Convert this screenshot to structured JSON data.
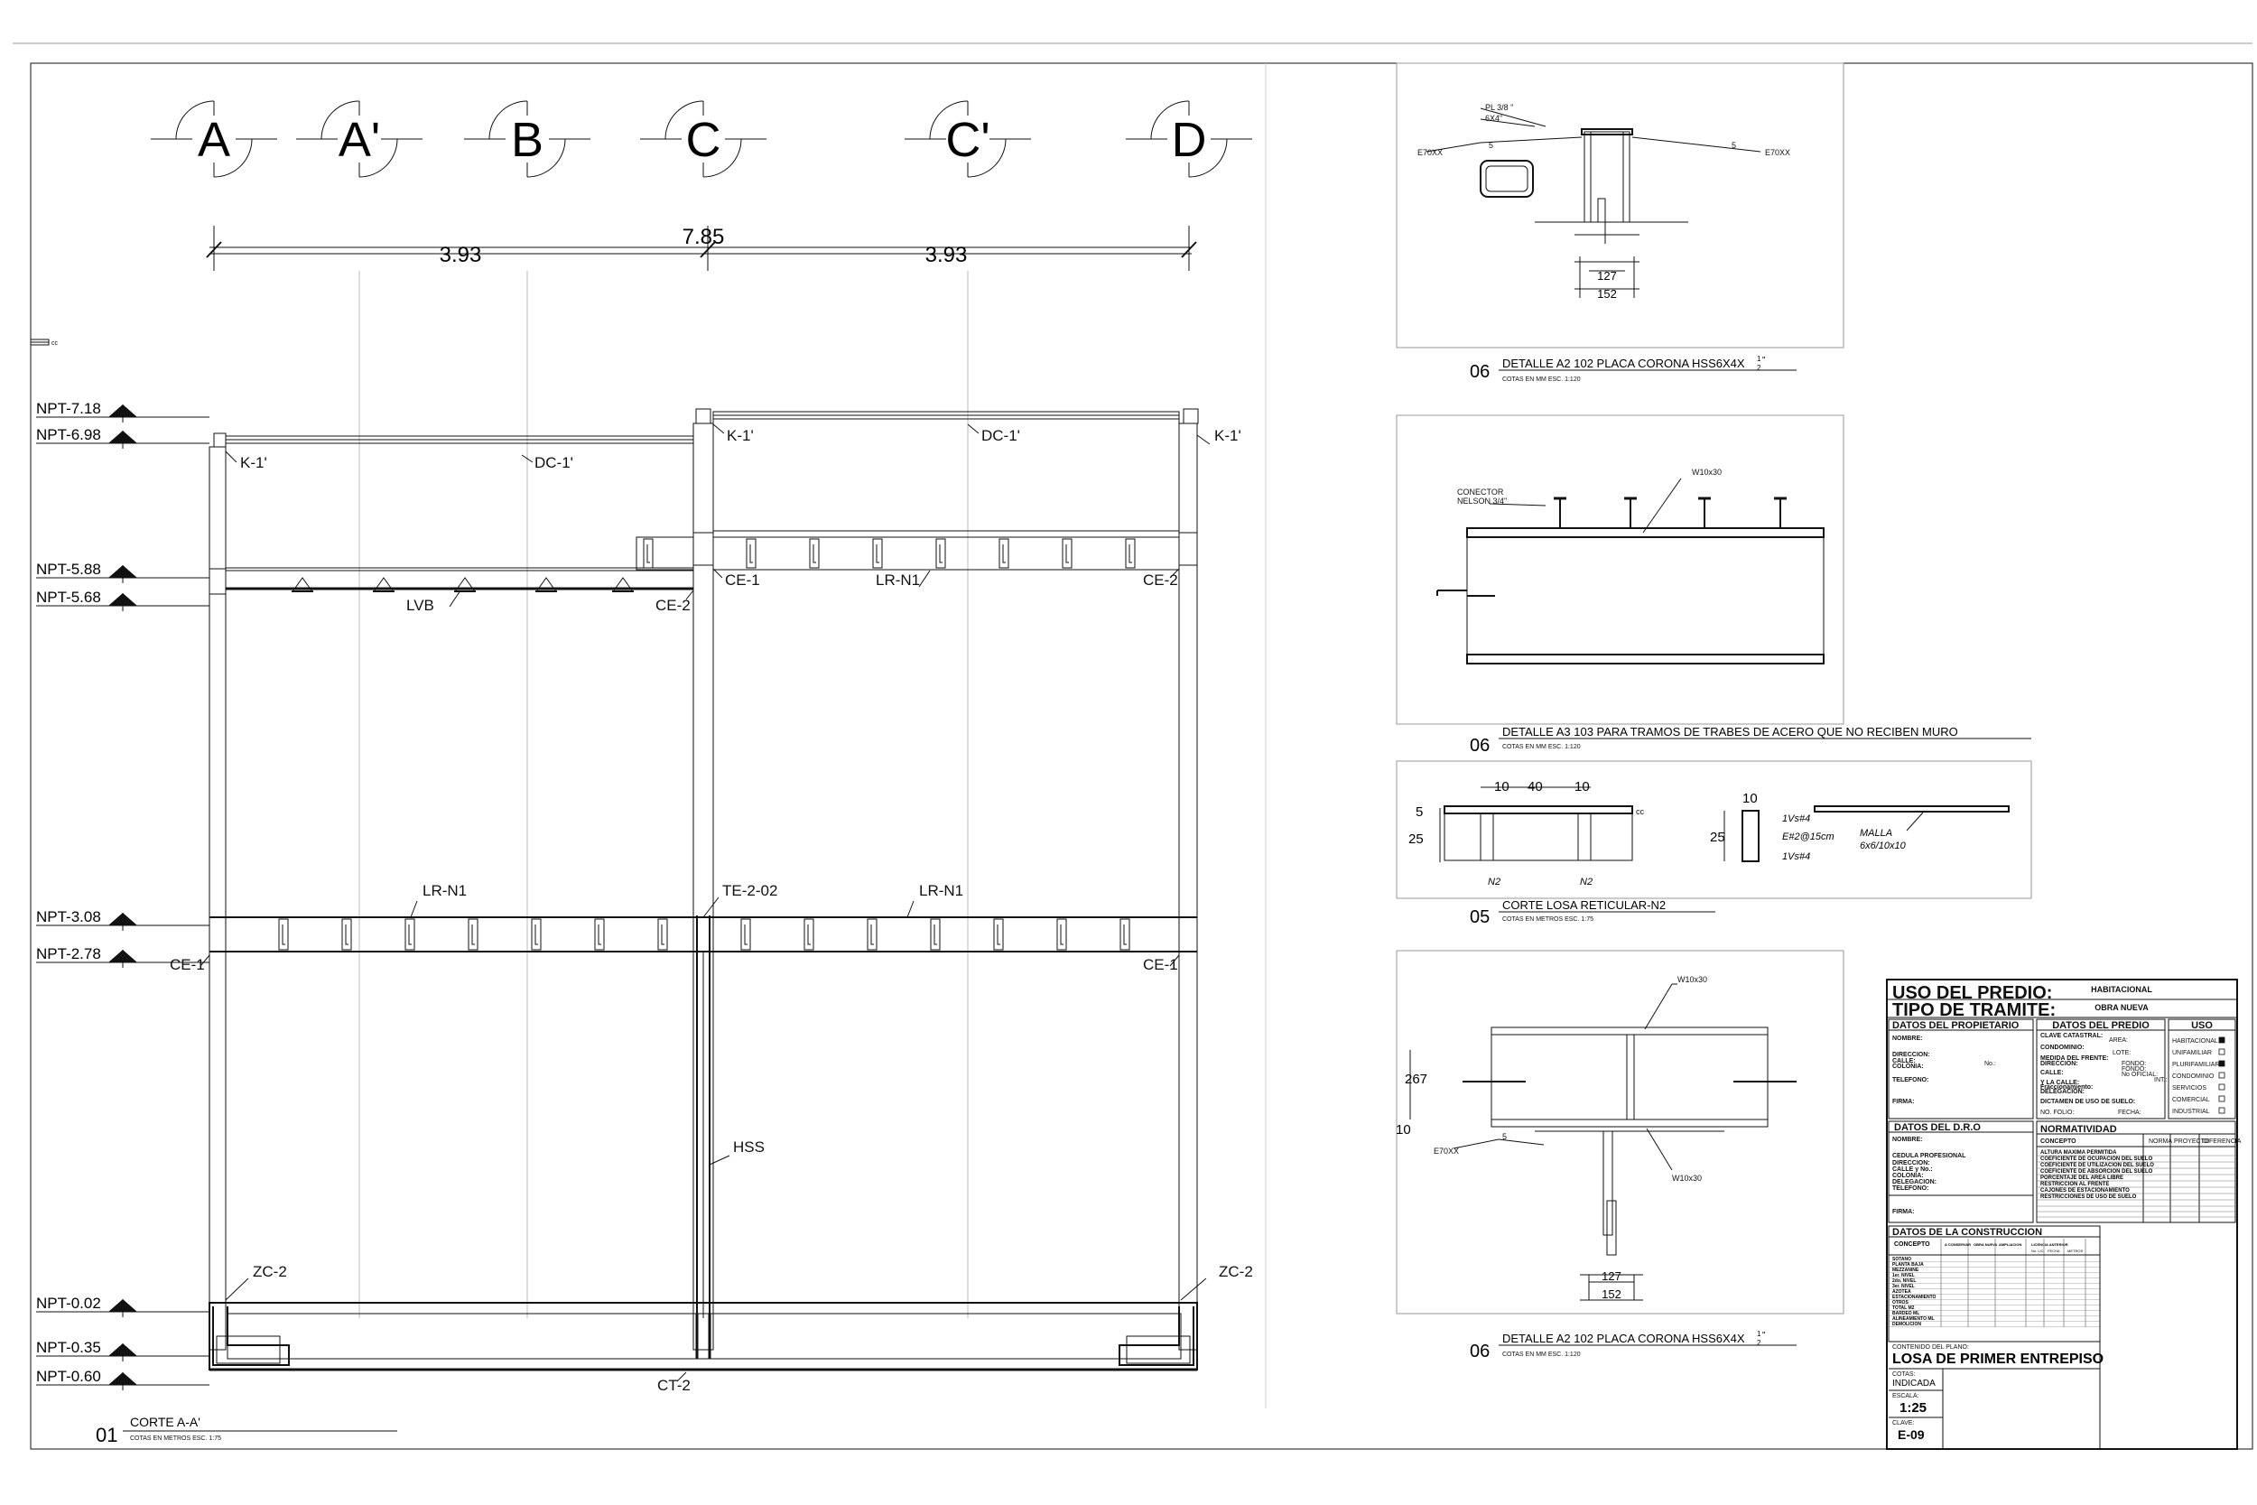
{
  "section_cut": {
    "axes": [
      "A",
      "A'",
      "B",
      "C",
      "C'",
      "D"
    ],
    "dimensions": {
      "total": "7.85",
      "left": "3.93",
      "right": "3.93"
    },
    "levels": [
      "NPT-7.18",
      "NPT-6.98",
      "NPT-5.88",
      "NPT-5.68",
      "NPT-3.08",
      "NPT-2.78",
      "NPT-0.02",
      "NPT-0.35",
      "NPT-0.60"
    ],
    "labels": {
      "k1_a": "K-1'",
      "k1_b": "K-1'",
      "k1_c": "K-1'",
      "dc1_a": "DC-1'",
      "dc1_b": "DC-1'",
      "ce1_a": "CE-1",
      "ce2_a": "CE-2",
      "ce2_b": "CE-2",
      "ce1_b": "CE-1",
      "ce1_c": "CE-1",
      "lrn1_a": "LR-N1",
      "lrn1_b": "LR-N1",
      "lrn1_c": "LR-N1",
      "lvb": "LVB",
      "te": "TE-2-02",
      "hss": "HSS",
      "zc2_a": "ZC-2",
      "zc2_b": "ZC-2",
      "ct2": "CT-2"
    },
    "title_num": "01",
    "title": "CORTE A-A'",
    "subtitle": "COTAS EN METROS ESC. 1:75"
  },
  "detail_1": {
    "num": "06",
    "title": "DETALLE A2 102 PLACA CORONA HSS6X4X",
    "frac_top": "1",
    "frac_bottom": "2",
    "frac_suffix": "\"",
    "subtitle": "COTAS EN MM ESC. 1:120",
    "pl_top": "PL 3/8 \"",
    "pl_bottom": "6X4\"",
    "weld_left": "E70XX",
    "weld_right": "E70XX",
    "weld_size_l": "5",
    "weld_size_r": "5",
    "dim_inner": "127",
    "dim_outer": "152"
  },
  "detail_2": {
    "num": "06",
    "title": "DETALLE A3 103 PARA TRAMOS DE TRABES DE ACERO QUE NO RECIBEN MURO",
    "subtitle": "COTAS EN MM ESC. 1:120",
    "connector_1": "CONECTOR",
    "connector_2": "NELSON 3/4\"",
    "beam": "W10x30"
  },
  "detail_3": {
    "num": "05",
    "title": "CORTE LOSA RETICULAR-N2",
    "subtitle": "COTAS EN METROS ESC. 1:75",
    "d10a": "10",
    "d40": "40",
    "d10b": "10",
    "d5": "5",
    "d25": "25",
    "cc": "cc",
    "n2a": "N2",
    "n2b": "N2",
    "d10c": "10",
    "d25b": "25",
    "vs_top": "1Vs#4",
    "estribo": "E#2@15cm",
    "vs_bot": "1Vs#4",
    "malla_1": "MALLA",
    "malla_2": "6x6/10x10"
  },
  "detail_4": {
    "num": "06",
    "title": "DETALLE A2 102 PLACA CORONA HSS6X4X",
    "frac_top": "1",
    "frac_bottom": "2",
    "frac_suffix": "\"",
    "subtitle": "COTAS EN MM ESC. 1:120",
    "beam_top": "W10x30",
    "beam_bot": "W10x30",
    "weld": "E70XX",
    "weld_size": "5",
    "d267": "267",
    "d10": "10",
    "dim_inner": "127",
    "dim_outer": "152"
  },
  "side_mark": "cc",
  "title_block": {
    "uso_label": "USO DEL PREDIO:",
    "uso_value": "HABITACIONAL",
    "tramite_label": "TIPO DE TRAMITE:",
    "tramite_value": "OBRA NUEVA",
    "datos_propietario": "DATOS DEL PROPIETARIO",
    "prop_fields": [
      "NOMBRE:",
      "DIRECCION:",
      "CALLE:",
      "COLONIA:",
      "TELEFONO:",
      "FIRMA:"
    ],
    "prop_no": "No.:",
    "datos_predio": "DATOS DEL PREDIO",
    "predio_fields": [
      "CLAVE CATASTRAL:",
      "CONDOMINIO:",
      "MEDIDA DEL FRENTE:",
      "DIRECCION:",
      "CALLE:",
      "Y LA CALLE:",
      "Fraccionamiento:",
      "DELEGACION:"
    ],
    "predio_extra": [
      "AREA:",
      "LOTE:",
      "FONDO:",
      "FONDO:",
      "No OFICIAL:",
      "INT.:"
    ],
    "dictamen": "DICTAMEN DE USO DE SUELO:",
    "no_folio": "NO. FOLIO:",
    "fecha": "FECHA:",
    "uso_header": "USO",
    "uso_items": [
      "HABITACIONAL",
      "UNIFAMILIAR",
      "PLURIFAMILIAR",
      "CONDOMINIO",
      "SERVICIOS",
      "COMERCIAL",
      "INDUSTRIAL"
    ],
    "uso_checked": [
      true,
      false,
      true,
      false,
      false,
      false,
      false
    ],
    "dro_header": "DATOS DEL D.R.O",
    "dro_fields": [
      "NOMBRE:",
      "CEDULA PROFESIONAL",
      "DIRECCION:",
      "CALLE y No.:",
      "COLONIA:",
      "DELEGACION:",
      "TELEFONO:",
      "FIRMA:"
    ],
    "normatividad": "NORMATIVIDAD",
    "norm_cols": [
      "CONCEPTO",
      "NORMA",
      "PROYECTO",
      "DIFERENCIA"
    ],
    "norm_rows": [
      "ALTURA MAXIMA PERMITIDA",
      "COEFICIENTE DE OCUPACION DEL SUELO",
      "COEFICIENTE DE UTILIZACION DEL SUELO",
      "COEFICIENTE DE ABSORCION DEL SUELO",
      "PORCENTAJE DEL AREA LIBRE",
      "RESTRICCION AL FRENTE",
      "CAJONES DE ESTACIONAMIENTO",
      "RESTRICCIONES DE USO DE SUELO"
    ],
    "construccion": "DATOS DE LA CONSTRUCCION",
    "cons_cols": [
      "CONCEPTO",
      "A CONSERVAR",
      "OBRA NUEVA",
      "AMPLIACION",
      "LICENCIA ANTERIOR"
    ],
    "cons_sub": [
      "No. LIC.",
      "FECHA",
      "METROS"
    ],
    "cons_rows": [
      "SOTANO",
      "PLANTA BAJA",
      "MEZZANINE",
      "1er. NIVEL",
      "2do. NIVEL",
      "3er. NIVEL",
      "AZOTEA",
      "ESTACIONAMIENTO",
      "OTROS",
      "TOTAL M2",
      "BARDEO ML",
      "ALINEAMIENTO ML",
      "DEMOLICION"
    ],
    "contenido_label": "CONTENIDO DEL PLANO:",
    "contenido": "LOSA DE PRIMER ENTREPISO",
    "cotas_label": "COTAS:",
    "cotas": "INDICADA",
    "escala_label": "ESCALA:",
    "escala": "1:25",
    "clave_label": "CLAVE:",
    "clave": "E-09"
  }
}
